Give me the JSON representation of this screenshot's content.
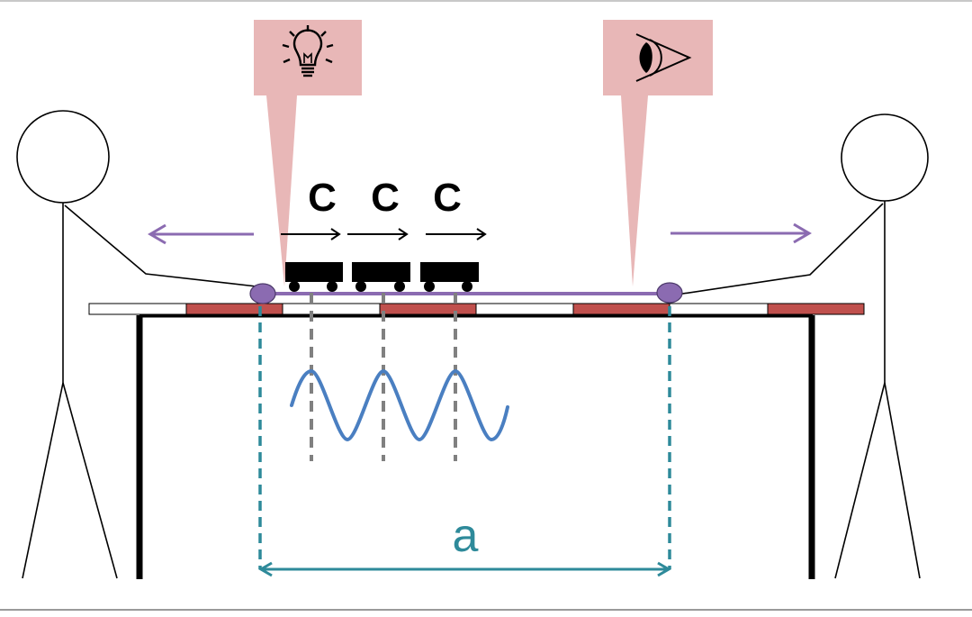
{
  "labels": {
    "speed_1": "C",
    "speed_2": "C",
    "speed_3": "C",
    "distance": "a"
  },
  "icons": {
    "emitter": "lightbulb-icon",
    "observer": "eye-icon"
  },
  "colors": {
    "stick": "#8b6bb1",
    "stick_handle": "#8b6bb1",
    "wave": "#4a7fc1",
    "measure": "#2e8a9a",
    "marker_dash": "#808080",
    "callout": "#e8b7b7",
    "ruler_red": "#c0504d",
    "car": "#000000",
    "outline": "#000000"
  }
}
